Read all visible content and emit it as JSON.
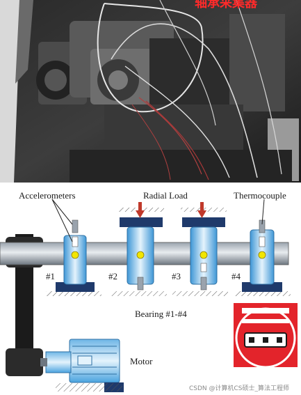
{
  "photo": {
    "caption": "轴承采集器"
  },
  "labels": {
    "accelerometers": "Accelerometers",
    "radial_load": "Radial Load",
    "thermocouple": "Thermocouple",
    "bearing_1": "#1",
    "bearing_2": "#2",
    "bearing_3": "#3",
    "bearing_4": "#4",
    "bearing_range": "Bearing #1-#4",
    "motor": "Motor"
  },
  "watermark": "CSDN @计算机CS硕士_算法工程师",
  "colors": {
    "bearing_blue": "#4aa3df",
    "bearing_light": "#e4f3fc",
    "base_navy": "#1f3a6b",
    "load_arrow": "#c0392b",
    "sensor_dot": "#f2e600",
    "badge_red": "#e3242b"
  }
}
